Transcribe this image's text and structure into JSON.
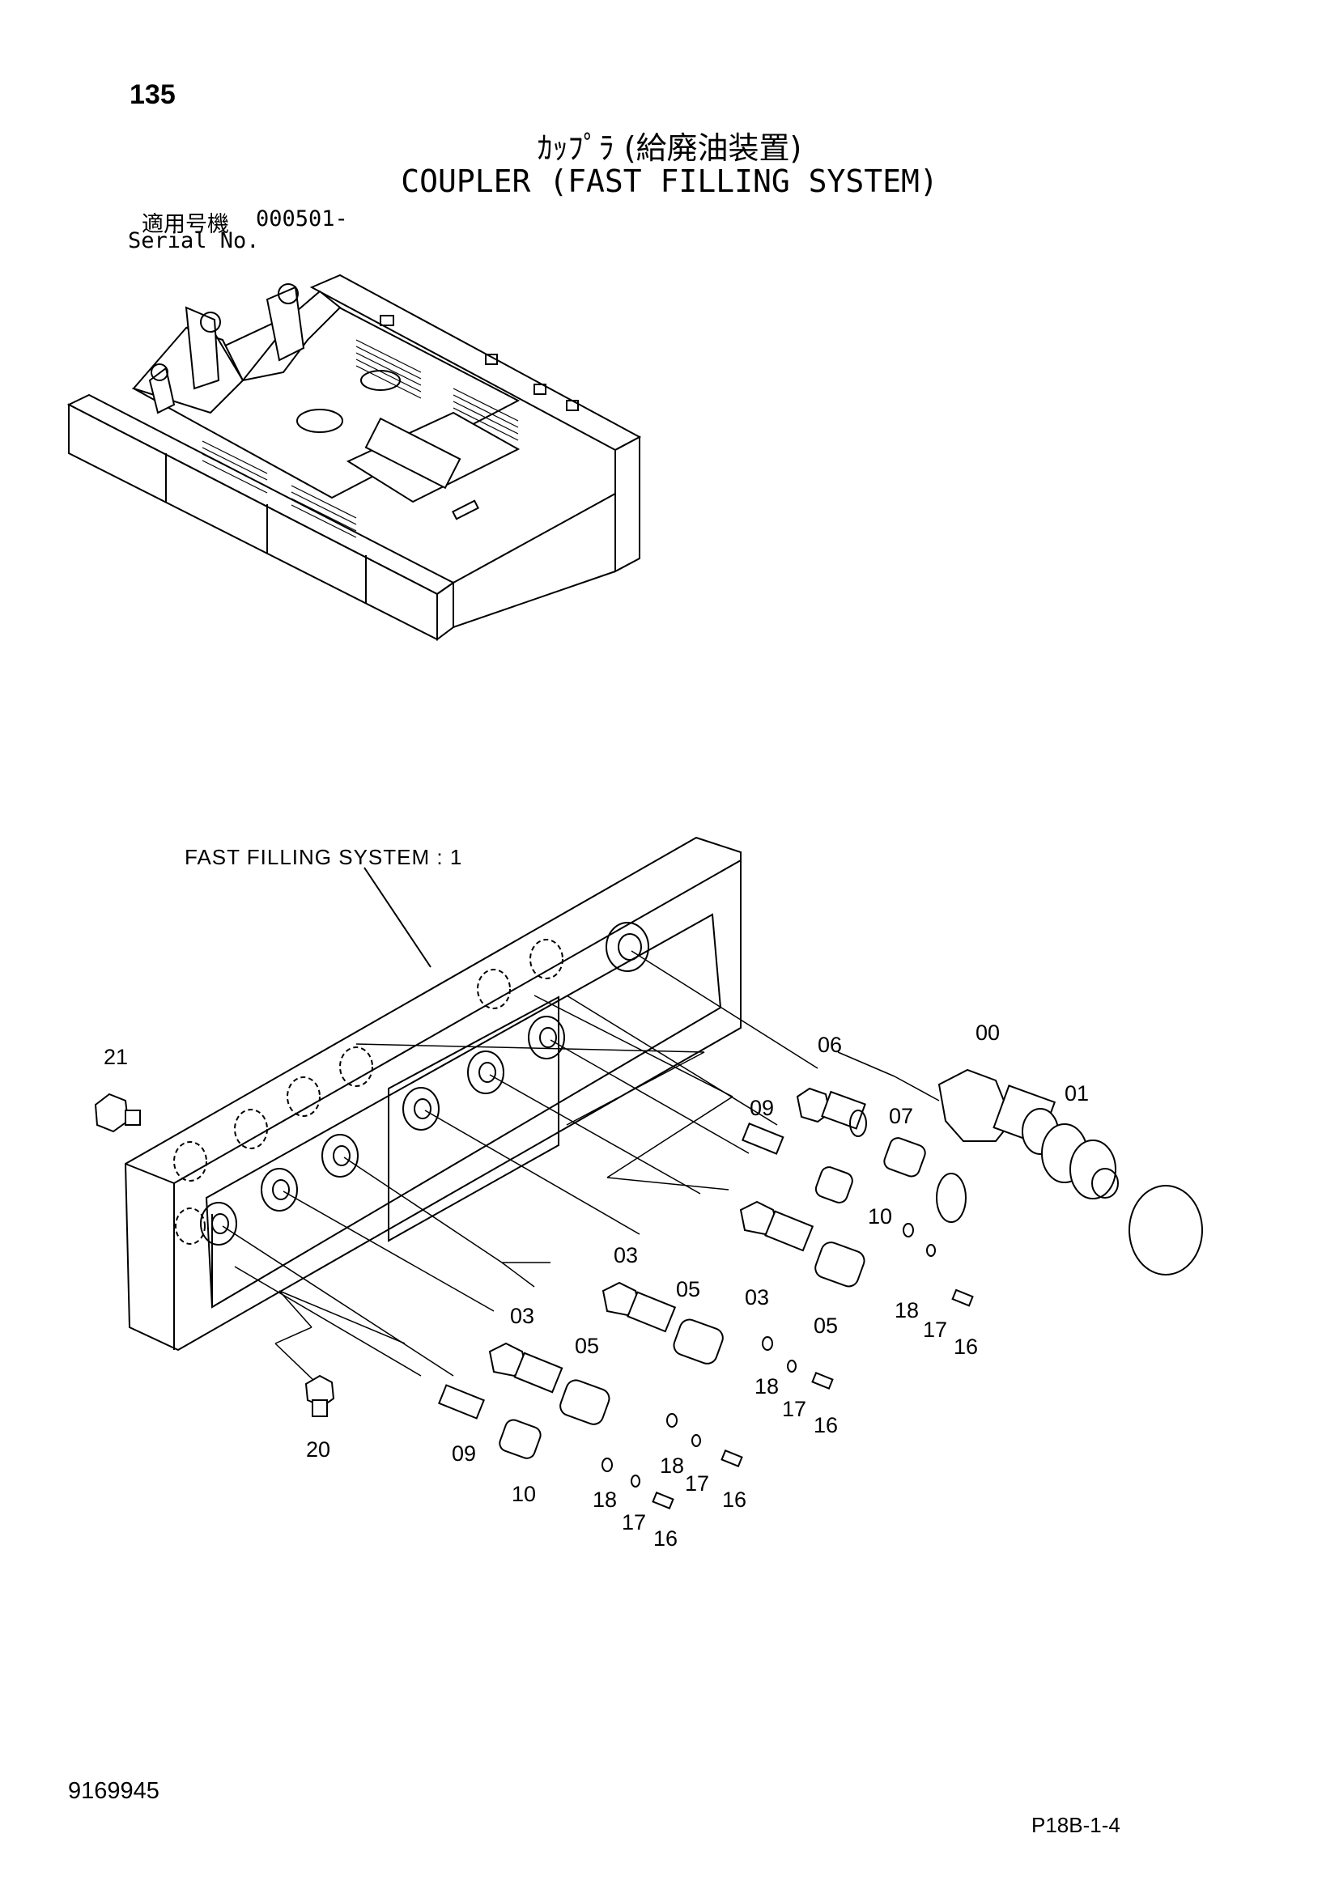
{
  "header": {
    "page_number": "135",
    "title_jp": "ｶｯﾌﾟﾗ (給廃油装置)",
    "title_en": "COUPLER (FAST FILLING SYSTEM)",
    "serial_label_jp": "適用号機",
    "serial_value": "000501-",
    "serial_label_en": "Serial No."
  },
  "diagram": {
    "assembly_label": "FAST FILLING SYSTEM : 1",
    "callouts": [
      "21",
      "06",
      "00",
      "01",
      "09",
      "07",
      "10",
      "03",
      "03",
      "05",
      "18",
      "17",
      "16",
      "05",
      "18",
      "17",
      "16",
      "03",
      "05",
      "20",
      "09",
      "18",
      "17",
      "16",
      "10",
      "18",
      "17",
      "16"
    ]
  },
  "footer": {
    "document_number": "9169945",
    "figure_ref": "P18B-1-4"
  }
}
